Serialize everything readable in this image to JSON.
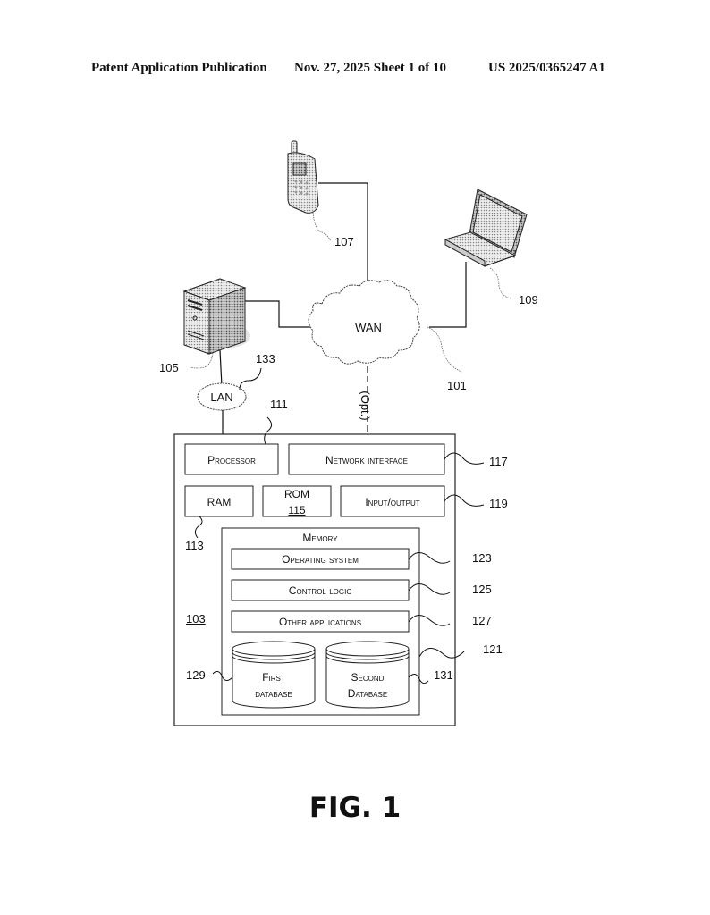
{
  "header": {
    "left": "Patent Application Publication",
    "center": "Nov. 27, 2025  Sheet 1 of 10",
    "right": "US 2025/0365247 A1"
  },
  "figure": {
    "caption": "FIG. 1",
    "network": {
      "wan_label": "WAN",
      "lan_label": "LAN",
      "optional_link_label": "(Opt.)",
      "devices": [
        {
          "name": "server",
          "ref": "105",
          "icon": "server-tower-icon"
        },
        {
          "name": "mobile-phone",
          "ref": "107",
          "icon": "mobile-phone-icon"
        },
        {
          "name": "laptop",
          "ref": "109",
          "icon": "laptop-icon"
        }
      ],
      "refs": {
        "wan": "101",
        "lan": "133"
      }
    },
    "computer": {
      "ref": "103",
      "processor": {
        "label": "Processor",
        "ref": "111"
      },
      "network_interface": {
        "label": "Network interface",
        "ref": "117"
      },
      "ram": {
        "label": "RAM",
        "ref": "113"
      },
      "rom": {
        "label": "ROM",
        "ref": "115"
      },
      "io": {
        "label": "Input/output",
        "ref": "119"
      },
      "memory": {
        "label": "Memory",
        "ref": "121",
        "items": [
          {
            "label": "Operating system",
            "ref": "123"
          },
          {
            "label": "Control logic",
            "ref": "125"
          },
          {
            "label": "Other applications",
            "ref": "127"
          }
        ],
        "databases": [
          {
            "line1": "First",
            "line2": "database",
            "ref": "129"
          },
          {
            "line1": "Second",
            "line2": "Database",
            "ref": "131"
          }
        ]
      }
    }
  }
}
